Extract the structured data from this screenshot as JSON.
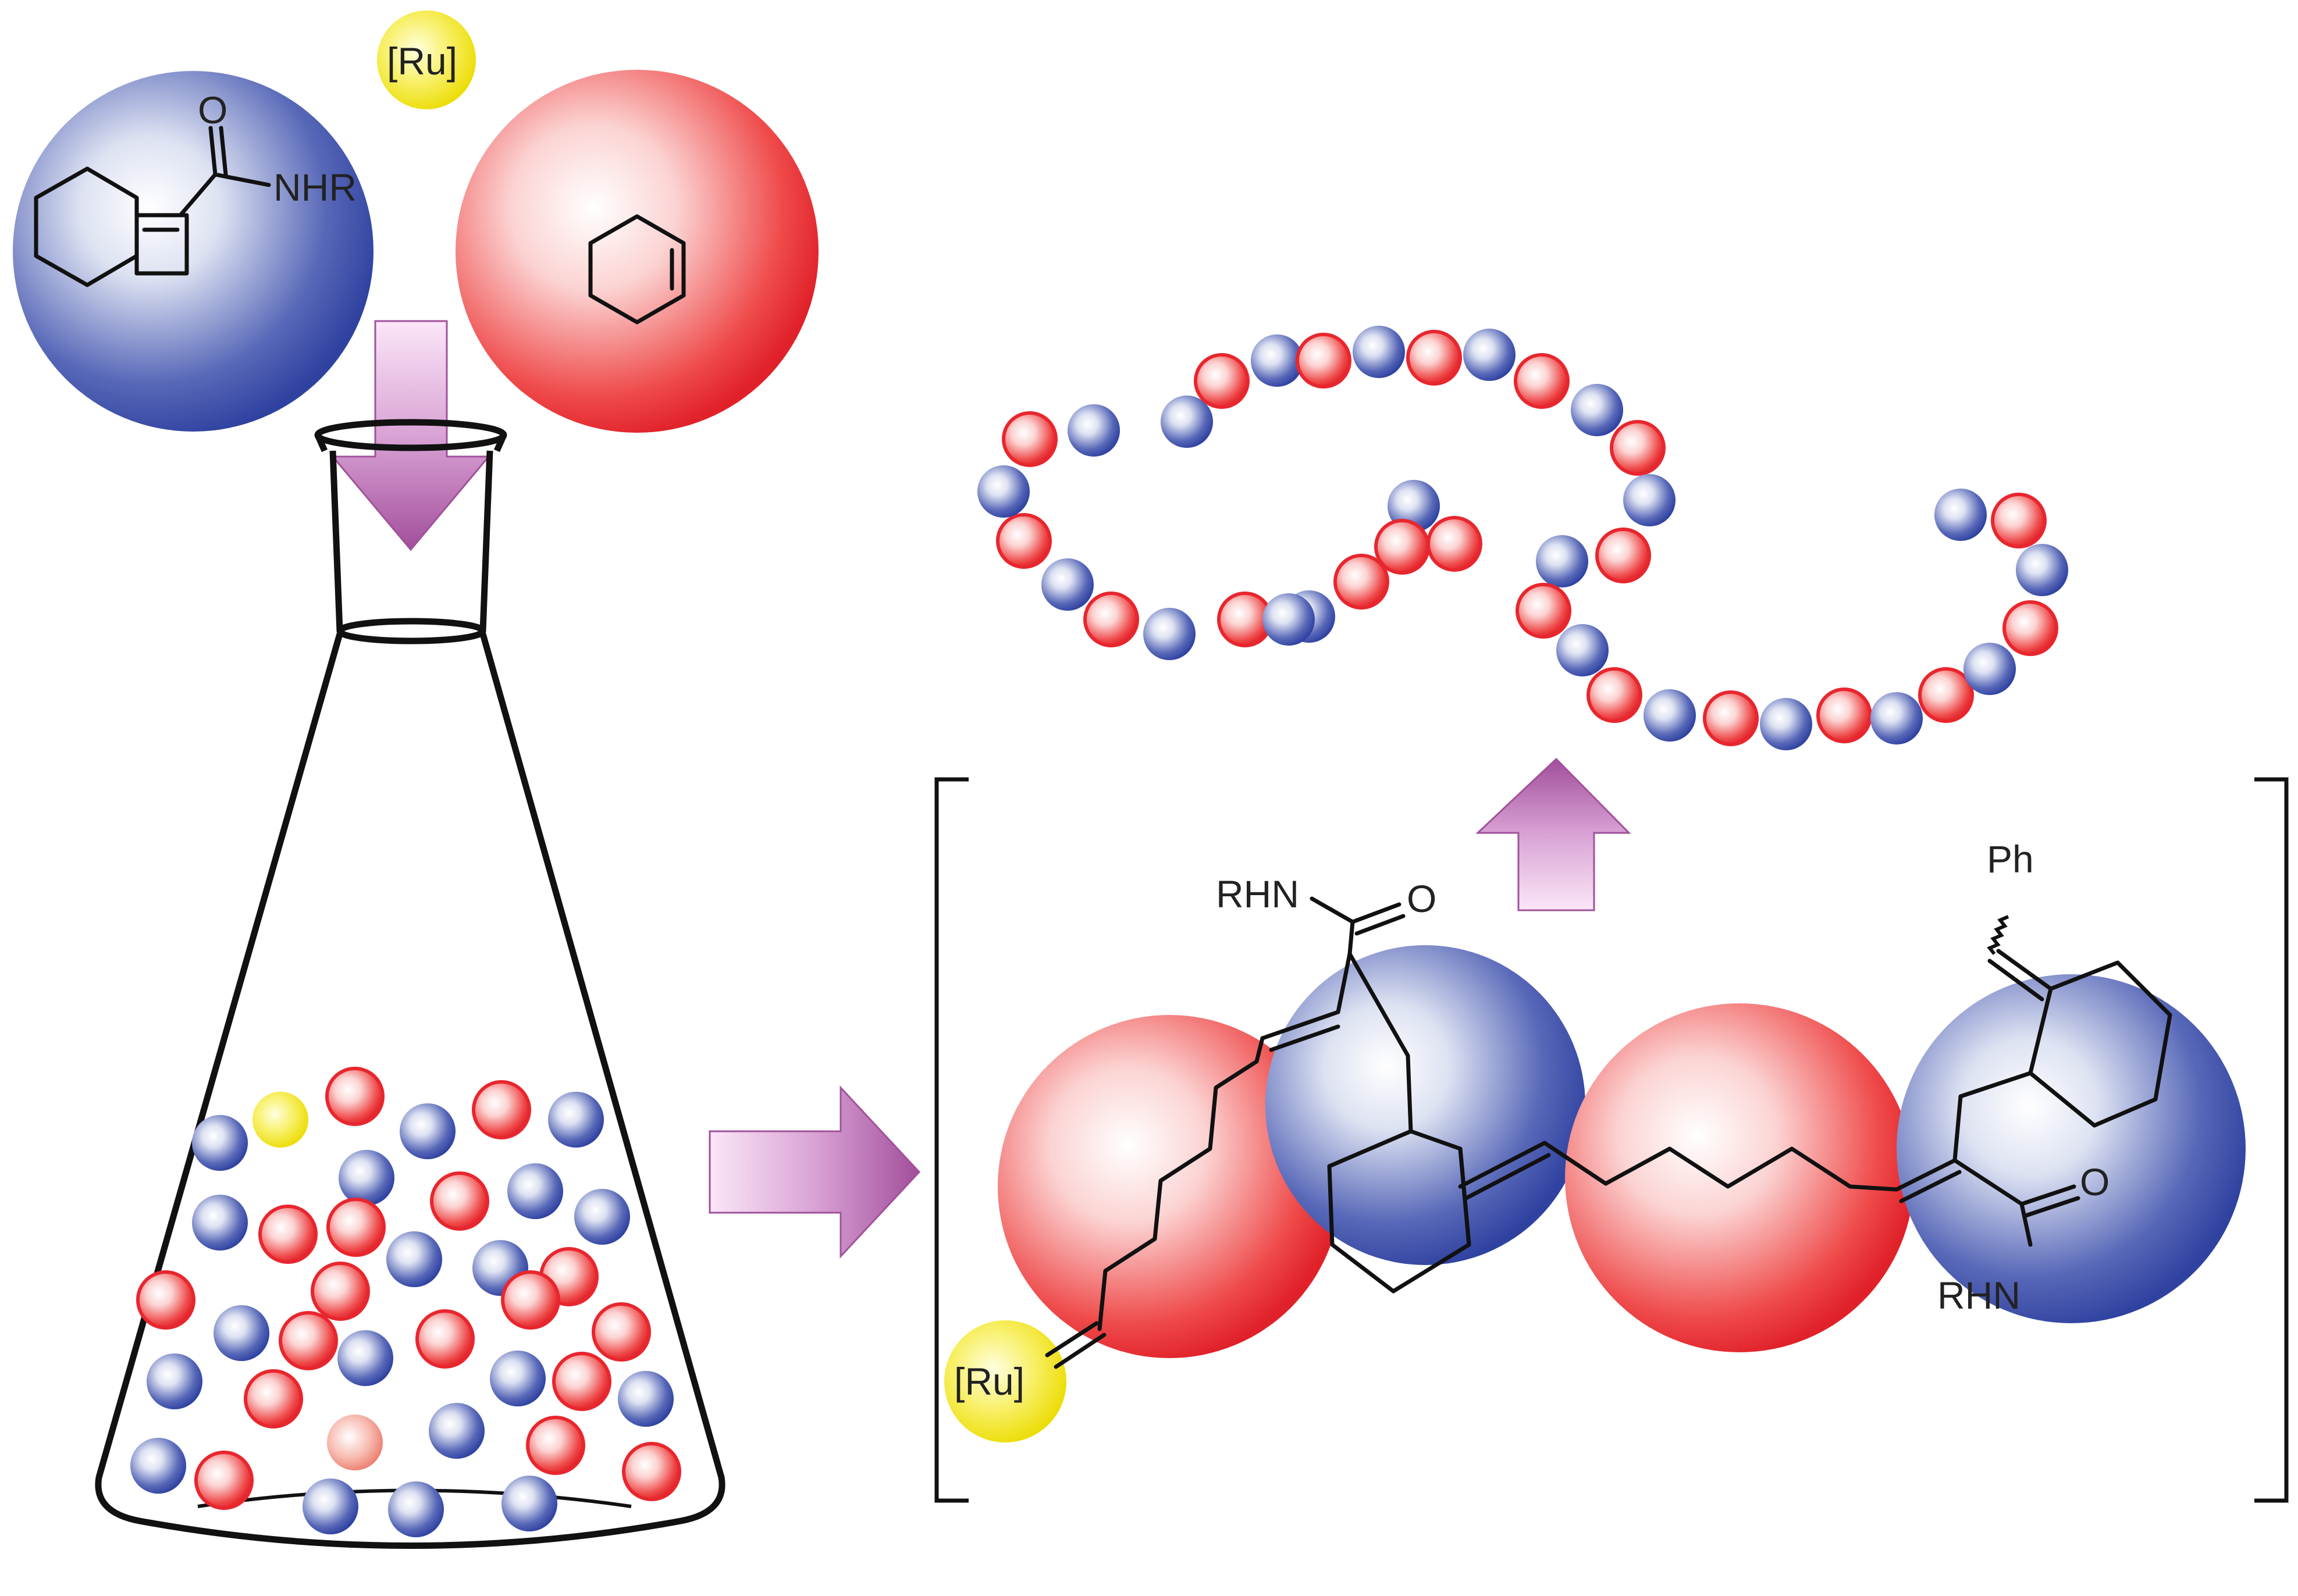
{
  "labels": {
    "catalyst_bubble": "[Ru]",
    "catalyst_chain_end": "[Ru]",
    "monomer_a_substituent": "NHR",
    "monomer_a_carbonyl_o": "O",
    "polymer_amide_1": "RHN",
    "polymer_amide_1_o": "O",
    "polymer_amide_2": "RHN",
    "polymer_amide_2_o": "O",
    "end_group": "Ph"
  },
  "colors": {
    "monomer_a": "#3b4fa8",
    "monomer_b": "#e8262e",
    "catalyst": "#f2e600",
    "arrow": "#b05aa8",
    "background": "#ffffff"
  },
  "icons": {
    "flask": "erlenmeyer-flask-icon",
    "arrow_down": "arrow-down-icon",
    "arrow_right": "arrow-right-icon",
    "arrow_up": "arrow-up-icon"
  }
}
